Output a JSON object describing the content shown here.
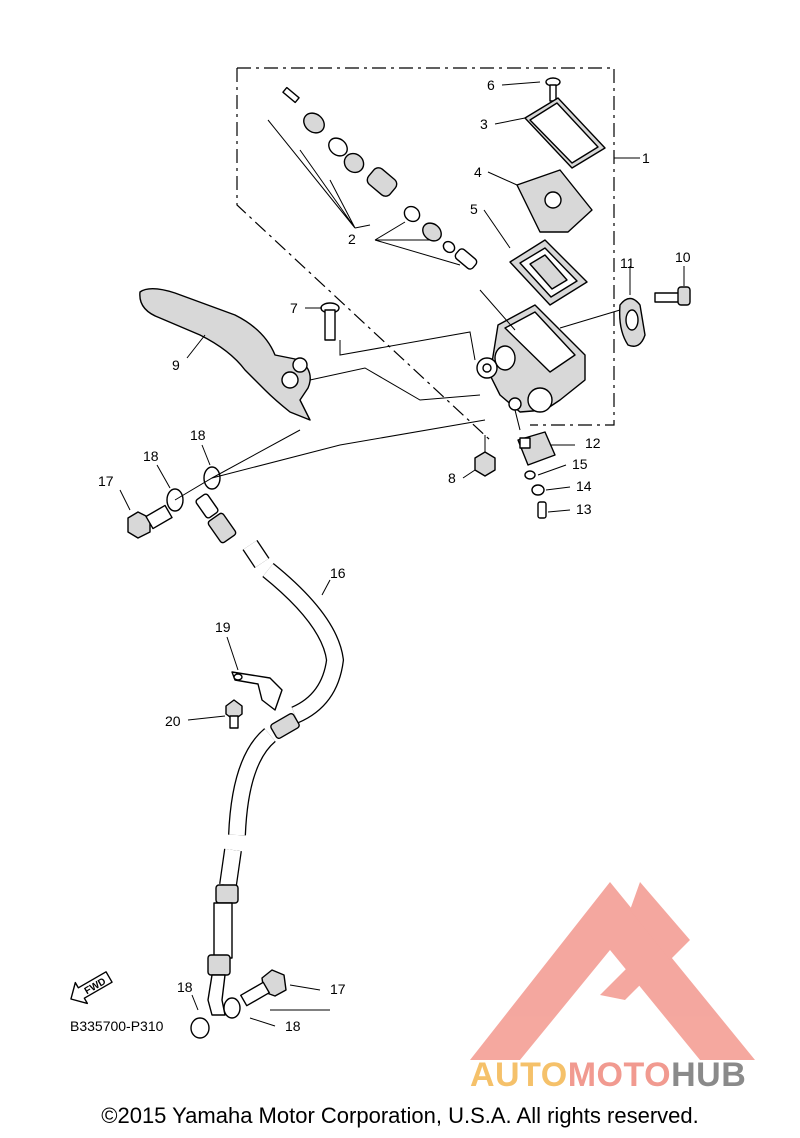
{
  "diagram": {
    "callouts": {
      "c1": "1",
      "c2": "2",
      "c3": "3",
      "c4": "4",
      "c5": "5",
      "c6": "6",
      "c7": "7",
      "c8": "8",
      "c9": "9",
      "c10": "10",
      "c11": "11",
      "c12": "12",
      "c13": "13",
      "c14": "14",
      "c15": "15",
      "c16": "16",
      "c17a": "17",
      "c17b": "17",
      "c18a": "18",
      "c18b": "18",
      "c18c": "18",
      "c18d": "18",
      "c19": "19",
      "c20": "20"
    },
    "fwd_label": "FWD",
    "ref_code": "B335700-P310"
  },
  "logo": {
    "part1": "AUTO",
    "part2": "MOTO",
    "part3": "HUB",
    "colors": {
      "auto": "#f5c16a",
      "moto": "#f19a90",
      "hub": "#8a8a8a",
      "triangle": "#f08a80"
    }
  },
  "footer": {
    "copyright": "©2015 Yamaha Motor Corporation, U.S.A. All rights reserved."
  }
}
